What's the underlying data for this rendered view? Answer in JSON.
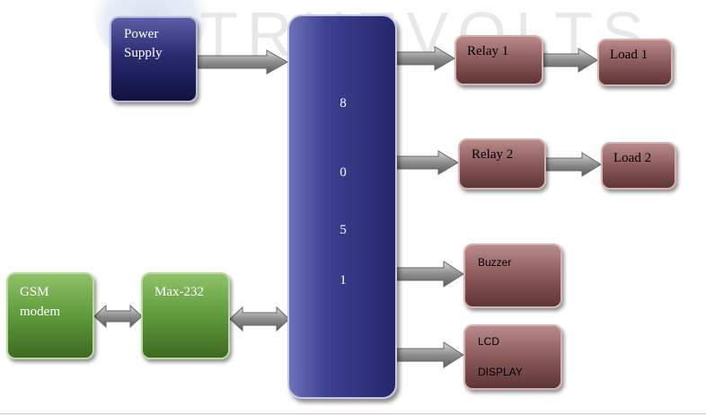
{
  "watermark": {
    "text": "TRUEVOLTS"
  },
  "blocks": {
    "power_supply": {
      "line1": "Power",
      "line2": "Supply"
    },
    "microcontroller": {
      "chars": [
        "8",
        "0",
        "5",
        "1"
      ]
    },
    "relay1": {
      "label": "Relay 1"
    },
    "relay2": {
      "label": "Relay 2"
    },
    "load1": {
      "label": "Load 1"
    },
    "load2": {
      "label": "Load 2"
    },
    "buzzer": {
      "label": "Buzzer"
    },
    "lcd": {
      "line1": "LCD",
      "line2": "DISPLAY"
    },
    "gsm": {
      "line1": "GSM",
      "line2": "modem"
    },
    "max232": {
      "label": "Max-232"
    }
  },
  "colors": {
    "navy": "#24276b",
    "green": "#5f9a3a",
    "maroon": "#8c5a5a",
    "arrow": "#9a9a9a"
  }
}
